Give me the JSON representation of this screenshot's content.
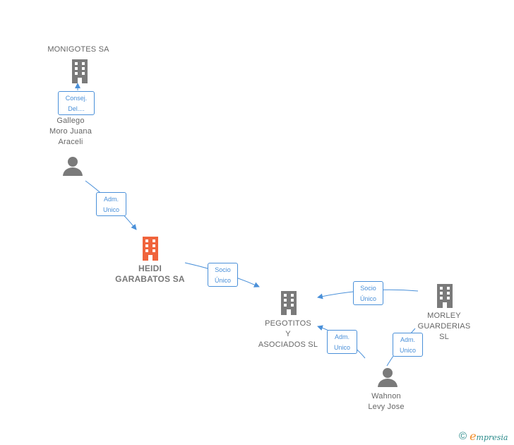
{
  "colors": {
    "edge": "#4a90d9",
    "company": "#7a7a7a",
    "focus_company": "#f0643c",
    "person": "#7a7a7a",
    "brand_teal": "#2a8a8a",
    "brand_orange": "#f28c28"
  },
  "nodes": {
    "monigotes": {
      "label": "MONIGOTES SA",
      "icon": "building-icon"
    },
    "gallego": {
      "label": "Gallego\nMoro Juana\nAraceli",
      "icon": "person-icon"
    },
    "heidi": {
      "label": "HEIDI\nGARABATOS SA",
      "icon": "building-icon"
    },
    "pegotitos": {
      "label": "PEGOTITOS\nY\nASOCIADOS SL",
      "icon": "building-icon"
    },
    "morley": {
      "label": "MORLEY\nGUARDERIAS\nSL",
      "icon": "building-icon"
    },
    "wahnon": {
      "label": "Wahnon\nLevy Jose",
      "icon": "person-icon"
    }
  },
  "edges": {
    "consej": {
      "label": "Consej.\nDel...."
    },
    "adm_gallego": {
      "label": "Adm.\nUnico"
    },
    "socio_heidi": {
      "label": "Socio\nÚnico"
    },
    "socio_morley": {
      "label": "Socio\nÚnico"
    },
    "adm_wahnon": {
      "label": "Adm.\nUnico"
    },
    "adm_morley": {
      "label": "Adm.\nUnico"
    }
  },
  "brand": {
    "copyright": "©",
    "e": "e",
    "rest": "mpresia"
  }
}
